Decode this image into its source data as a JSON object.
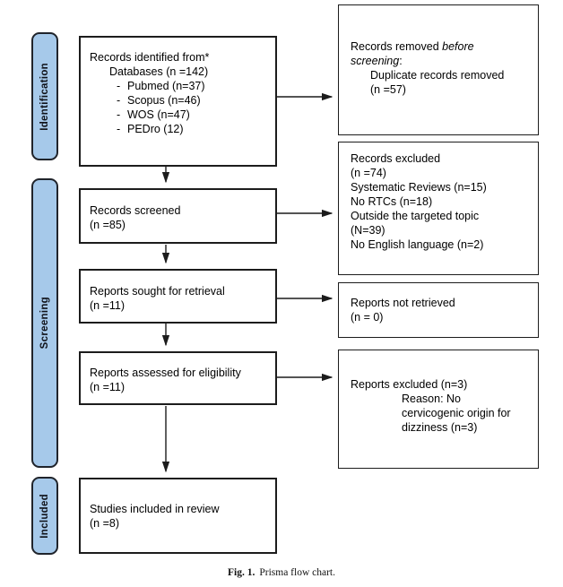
{
  "stages": [
    {
      "label": "Identification"
    },
    {
      "label": "Screening"
    },
    {
      "label": "Included"
    }
  ],
  "bullet_char": "-",
  "boxes": {
    "records_identified": {
      "title": "Records identified from*",
      "subtitle": "Databases (n =142)",
      "items": [
        "Pubmed (n=37)",
        "Scopus (n=46)",
        "WOS (n=47)",
        "PEDro (12)"
      ]
    },
    "records_removed": {
      "line1_normal": "Records removed ",
      "line1_italic": "before",
      "line2_italic": "screening",
      "line2_suffix": ":",
      "detail_lines": [
        "Duplicate records removed",
        "(n =57)"
      ]
    },
    "records_screened": {
      "lines": [
        "Records screened",
        "(n =85)"
      ]
    },
    "records_excluded": {
      "lines": [
        "Records excluded",
        "(n =74)",
        "Systematic Reviews (n=15)",
        "No RTCs (n=18)",
        "Outside the targeted topic",
        "(N=39)",
        "No English language (n=2)"
      ]
    },
    "reports_sought": {
      "lines": [
        "Reports sought for retrieval",
        "(n =11)"
      ]
    },
    "reports_not_retrieved": {
      "lines": [
        "Reports not retrieved",
        "(n = 0)"
      ]
    },
    "reports_assessed": {
      "lines": [
        "Reports assessed for eligibility",
        "(n =11)"
      ]
    },
    "reports_excluded": {
      "title": "Reports excluded (n=3)",
      "reason_lines": [
        "Reason: No",
        "cervicogenic origin for",
        "dizziness (n=3)"
      ]
    },
    "studies_included": {
      "lines": [
        "Studies included in review",
        "(n =8)"
      ]
    }
  },
  "caption": {
    "label": "Fig. 1.",
    "text": "Prisma flow chart."
  },
  "colors": {
    "stage_fill": "#a6c9ea",
    "stage_border": "#20242b",
    "box_border": "#1c1c1c",
    "arrow": "#1c1c1c"
  }
}
